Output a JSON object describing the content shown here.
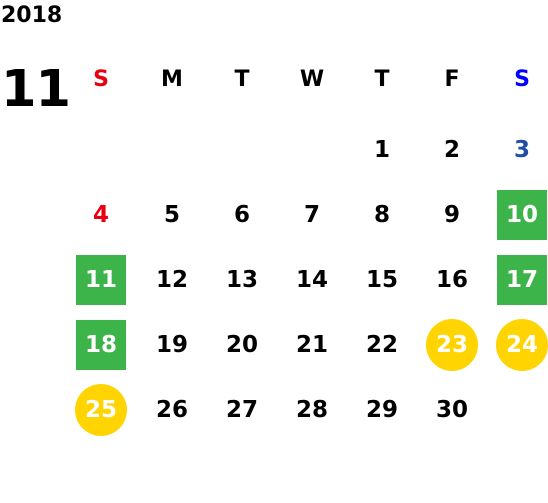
{
  "calendar": {
    "year": "2018",
    "month": "11",
    "weekdays": [
      "S",
      "M",
      "T",
      "W",
      "T",
      "F",
      "S"
    ],
    "weeks": [
      [
        "",
        "",
        "",
        "",
        "1",
        "2",
        "3"
      ],
      [
        "4",
        "5",
        "6",
        "7",
        "8",
        "9",
        "10"
      ],
      [
        "11",
        "12",
        "13",
        "14",
        "15",
        "16",
        "17"
      ],
      [
        "18",
        "19",
        "20",
        "21",
        "22",
        "23",
        "24"
      ],
      [
        "25",
        "26",
        "27",
        "28",
        "29",
        "30",
        ""
      ]
    ],
    "highlight_colors": {
      "green": "#3cb44a",
      "yellow": "#ffd400",
      "sunday_red": "#e60012",
      "saturday_blue": "#0000ff"
    },
    "highlighted_days": {
      "green": [
        "10",
        "11",
        "17",
        "18"
      ],
      "yellow": [
        "23",
        "24",
        "25"
      ]
    }
  }
}
